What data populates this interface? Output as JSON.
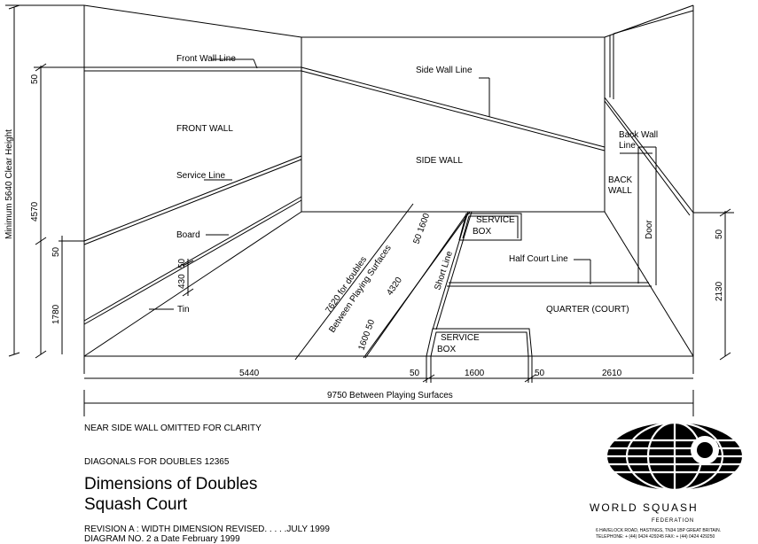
{
  "labels": {
    "front_wall_line": "Front Wall Line",
    "side_wall_line": "Side Wall Line",
    "front_wall": "FRONT WALL",
    "side_wall": "SIDE WALL",
    "back_wall_line_1": "Back Wall",
    "back_wall_line_2": "Line",
    "back_wall_1": "BACK",
    "back_wall_2": "WALL",
    "service_line": "Service Line",
    "board": "Board",
    "tin": "Tin",
    "door": "Door",
    "service_box_1": "SERVICE",
    "service_box_2": "BOX",
    "half_court_line": "Half Court Line",
    "short_line": "Short Line",
    "quarter_court": "QUARTER (COURT)",
    "diag_doubles_1": "7620 for doubles",
    "diag_doubles_2": "Between Playing Surfaces",
    "diag_4320": "4320"
  },
  "dimensions": {
    "min_clear_height": "Minimum 5640 Clear Height",
    "front_50": "50",
    "front_4570": "4570",
    "front_50b": "50",
    "front_1780": "1780",
    "board_50": "50",
    "board_430": "430",
    "back_50": "50",
    "back_2130": "2130",
    "diag_50_1600": "50 1600",
    "diag_1600_50": "1600 50",
    "floor_5440": "5440",
    "floor_50a": "50",
    "floor_1600": "1600",
    "floor_50b": "50",
    "floor_2610": "2610",
    "overall_width": "9750 Between Playing Surfaces"
  },
  "notes": {
    "near_side_wall": "NEAR SIDE WALL OMITTED FOR CLARITY",
    "diagonals": "DIAGONALS FOR DOUBLES 12365",
    "title_line_1": "Dimensions of Doubles",
    "title_line_2": "Squash Court",
    "revision": "REVISION  A :    WIDTH DIMENSION REVISED. . . . .JULY 1999",
    "diagram_no": "DIAGRAM NO. 2 a     Date   February  1999"
  },
  "organisation": {
    "name": "WORLD SQUASH",
    "subtitle": "FEDERATION",
    "address": "6 HAVELOCK ROAD, HASTINGS, TN34 1BP GREAT BRITAIN.",
    "telephone": "TELEPHONE: + (44) 0424 429245  FAX: + (44) 0424 429250"
  }
}
